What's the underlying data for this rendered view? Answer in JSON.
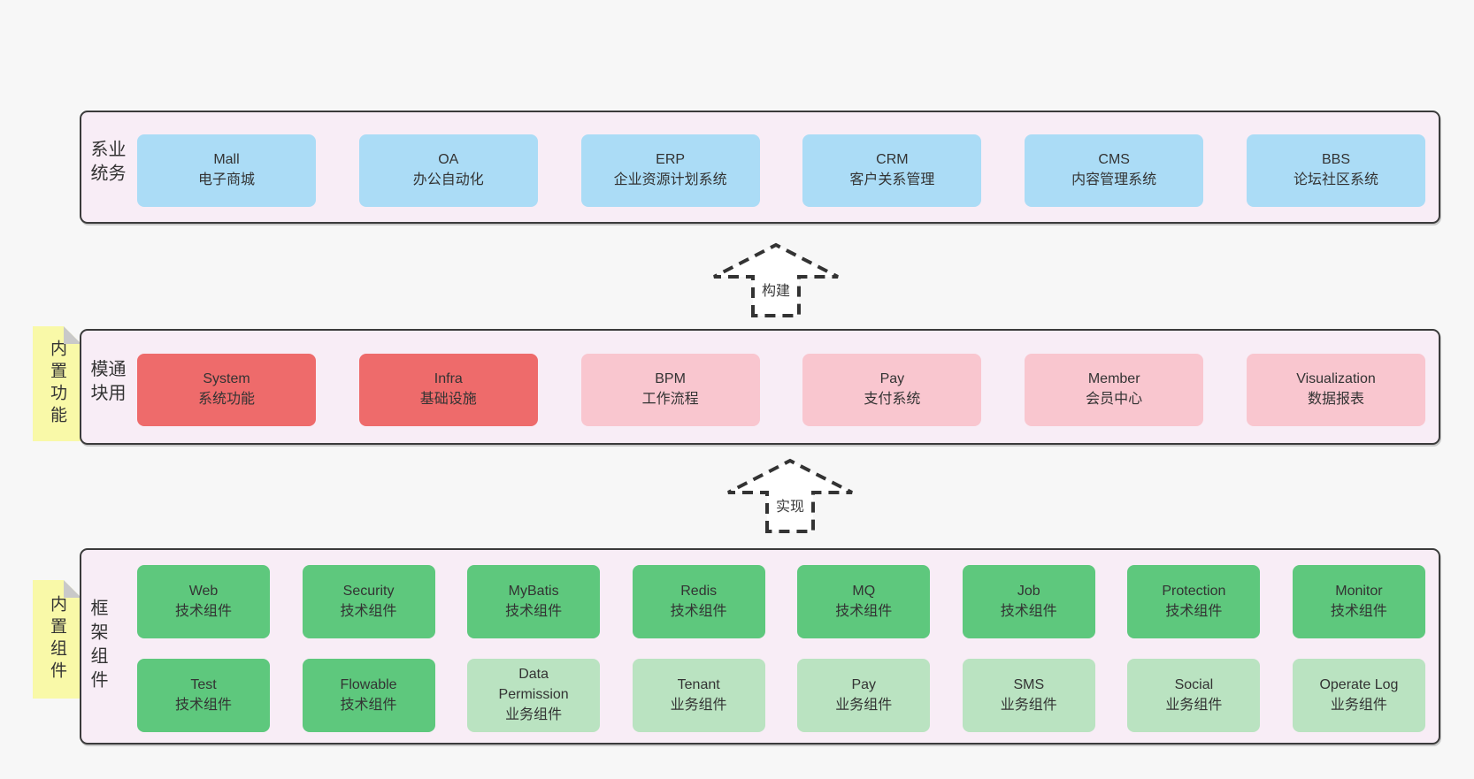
{
  "colors": {
    "page_bg": "#f7f7f7",
    "container_bg": "#f8edf6",
    "container_border": "#3b3b3b",
    "blue_box": "#abdcf6",
    "red_box": "#ee6b6b",
    "pink_box": "#f9c6cf",
    "green_box": "#5ec87d",
    "light_green_box": "#bae3c1",
    "sticky_note": "#f9f9a8",
    "sticky_fold": "#c9c9c9",
    "text": "#333333"
  },
  "arrows": [
    {
      "label": "构建"
    },
    {
      "label": "实现"
    }
  ],
  "layers": [
    {
      "label": "业务系统",
      "boxes": [
        {
          "name": "Mall",
          "desc": "电子商城"
        },
        {
          "name": "OA",
          "desc": "办公自动化"
        },
        {
          "name": "ERP",
          "desc": "企业资源计划系统"
        },
        {
          "name": "CRM",
          "desc": "客户关系管理"
        },
        {
          "name": "CMS",
          "desc": "内容管理系统"
        },
        {
          "name": "BBS",
          "desc": "论坛社区系统"
        }
      ]
    },
    {
      "label": "通用模块",
      "sticky": "内置功能",
      "boxes": [
        {
          "name": "System",
          "desc": "系统功能"
        },
        {
          "name": "Infra",
          "desc": "基础设施"
        },
        {
          "name": "BPM",
          "desc": "工作流程"
        },
        {
          "name": "Pay",
          "desc": "支付系统"
        },
        {
          "name": "Member",
          "desc": "会员中心"
        },
        {
          "name": "Visualization",
          "desc": "数据报表"
        }
      ]
    },
    {
      "label": "框架组件",
      "sticky": "内置组件",
      "rows": [
        [
          {
            "name": "Web",
            "desc": "技术组件"
          },
          {
            "name": "Security",
            "desc": "技术组件"
          },
          {
            "name": "MyBatis",
            "desc": "技术组件"
          },
          {
            "name": "Redis",
            "desc": "技术组件"
          },
          {
            "name": "MQ",
            "desc": "技术组件"
          },
          {
            "name": "Job",
            "desc": "技术组件"
          },
          {
            "name": "Protection",
            "desc": "技术组件"
          },
          {
            "name": "Monitor",
            "desc": "技术组件"
          }
        ],
        [
          {
            "name": "Test",
            "desc": "技术组件"
          },
          {
            "name": "Flowable",
            "desc": "技术组件"
          },
          {
            "name": "Data Permission",
            "desc": "业务组件"
          },
          {
            "name": "Tenant",
            "desc": "业务组件"
          },
          {
            "name": "Pay",
            "desc": "业务组件"
          },
          {
            "name": "SMS",
            "desc": "业务组件"
          },
          {
            "name": "Social",
            "desc": "业务组件"
          },
          {
            "name": "Operate Log",
            "desc": "业务组件"
          }
        ]
      ]
    }
  ]
}
